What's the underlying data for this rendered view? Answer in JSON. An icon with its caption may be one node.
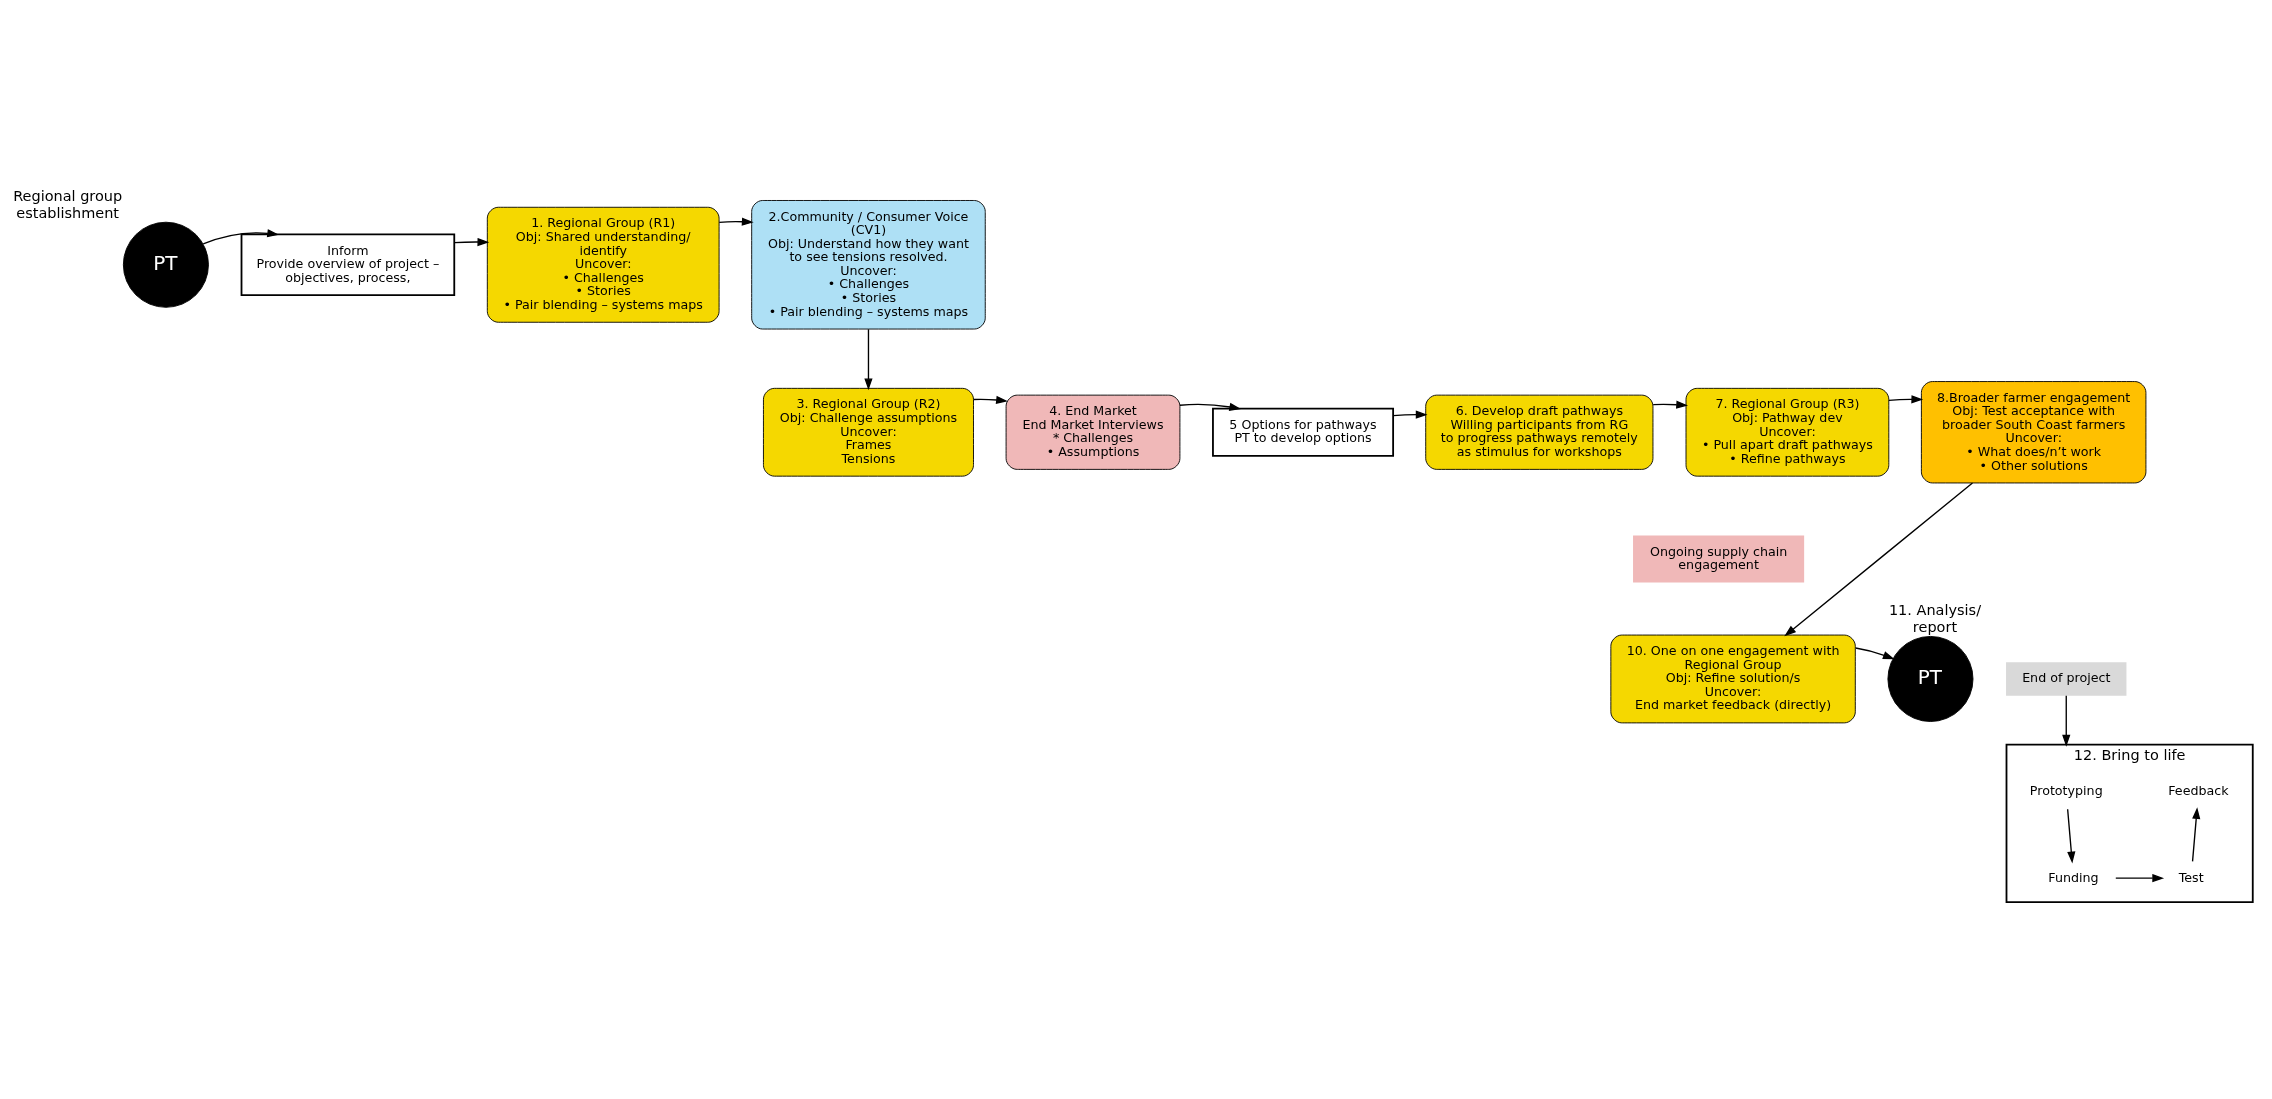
{
  "diagram": {
    "nodes": [
      {
        "text": [
          "Regional group establishment",
          "PT"
        ]
      },
      {
        "text": [
          "Inform",
          "Provide overview of project – objectives, process,"
        ]
      },
      {
        "text": [
          "1. Regional Group (R1)",
          "Obj: Shared understanding/ identify",
          "Uncover:",
          "• Challenges",
          "• Stories",
          "• Pair blending – systems maps"
        ]
      },
      {
        "text": [
          "2.Community / Consumer Voice (CV1)",
          "Obj: Understand how they want to see tensions resolved.",
          "Uncover:",
          "• Challenges",
          "• Stories",
          "• Pair blending – systems maps"
        ]
      },
      {
        "text": [
          "3. Regional Group (R2)",
          "Obj: Challenge assumptions",
          "Uncover:",
          "Frames",
          "Tensions"
        ]
      },
      {
        "text": [
          "4. End Market",
          "End Market Interviews",
          "* Challenges",
          "• Assumptions"
        ]
      },
      {
        "text": [
          "5 Options for pathways",
          "PT to develop options"
        ]
      },
      {
        "text": [
          "6. Develop draft pathways",
          "Willing participants from RG to progress pathways remotely as stimulus for workshops"
        ]
      },
      {
        "text": [
          "7. Regional Group (R3)",
          "Obj: Pathway dev",
          "Uncover:",
          "• Pull apart draft pathways",
          "• Refine pathways"
        ]
      },
      {
        "text": [
          "8.Broader farmer engagement",
          "Obj: Test acceptance with broader South Coast farmers",
          "Uncover:",
          "• What does/n’t work",
          "• Other solutions"
        ]
      },
      {
        "text": [
          "Ongoing supply chain engagement"
        ]
      },
      {
        "text": [
          "10. One on one engagement with Regional Group",
          "Obj: Refine solution/s",
          "Uncover:",
          "End market feedback (directly)"
        ]
      },
      {
        "text": [
          "11. Analysis/ report",
          "PT"
        ]
      },
      {
        "text": [
          "End of project"
        ]
      },
      {
        "text": [
          "12. Bring to life"
        ]
      },
      {
        "text": [
          "Prototyping"
        ],
        "in": 14
      },
      {
        "text": [
          "Funding"
        ],
        "in": 14
      },
      {
        "text": [
          "Test"
        ],
        "in": 14
      },
      {
        "text": [
          "Feedback"
        ],
        "in": 14
      }
    ],
    "edges": [
      {
        "from": 0,
        "to": 1,
        "arrow": "to"
      },
      {
        "from": 1,
        "to": 2,
        "arrow": "to"
      },
      {
        "from": 2,
        "to": 3,
        "arrow": "to"
      },
      {
        "from": 3,
        "to": 4,
        "arrow": "to"
      },
      {
        "from": 4,
        "to": 5,
        "arrow": "to"
      },
      {
        "from": 5,
        "to": 6,
        "arrow": "to"
      },
      {
        "from": 6,
        "to": 7,
        "arrow": "to"
      },
      {
        "from": 7,
        "to": 8,
        "arrow": "to"
      },
      {
        "from": 8,
        "to": 9,
        "arrow": "to"
      },
      {
        "from": 9,
        "to": 11,
        "arrow": "to"
      },
      {
        "from": 11,
        "to": 12,
        "arrow": "to"
      },
      {
        "from": 13,
        "to": 14,
        "arrow": "to"
      },
      {
        "from": 15,
        "to": 16,
        "arrow": "to"
      },
      {
        "from": 16,
        "to": 17,
        "arrow": "to"
      },
      {
        "from": 17,
        "to": 18,
        "arrow": "to"
      }
    ]
  }
}
